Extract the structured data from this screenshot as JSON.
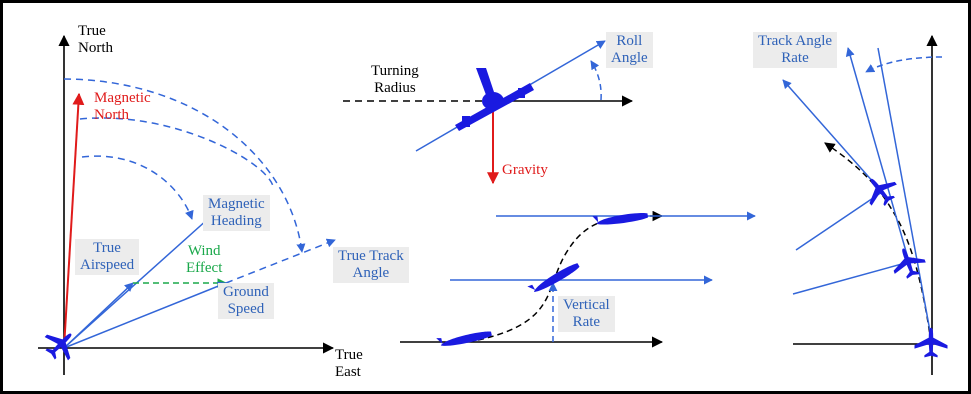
{
  "colors": {
    "blue": "#3366d8",
    "blue_text": "#2f62b8",
    "red": "#e01b1b",
    "green": "#1aa84a",
    "black": "#000000",
    "aircraft": "#1a1ae0",
    "label_box": "#ececec"
  },
  "panel_left": {
    "axis_y_label": "True\nNorth",
    "axis_x_label": "True\nEast",
    "magnetic_north": "Magnetic\nNorth",
    "magnetic_heading": "Magnetic\nHeading",
    "true_airspeed": "True\nAirspeed",
    "wind_effect": "Wind\nEffect",
    "ground_speed": "Ground\nSpeed",
    "true_track_angle": "True Track\nAngle"
  },
  "panel_middle": {
    "turning_radius": "Turning\nRadius",
    "roll_angle": "Roll\nAngle",
    "gravity": "Gravity",
    "vertical_rate": "Vertical\nRate"
  },
  "panel_right": {
    "track_angle_rate": "Track Angle\nRate"
  }
}
